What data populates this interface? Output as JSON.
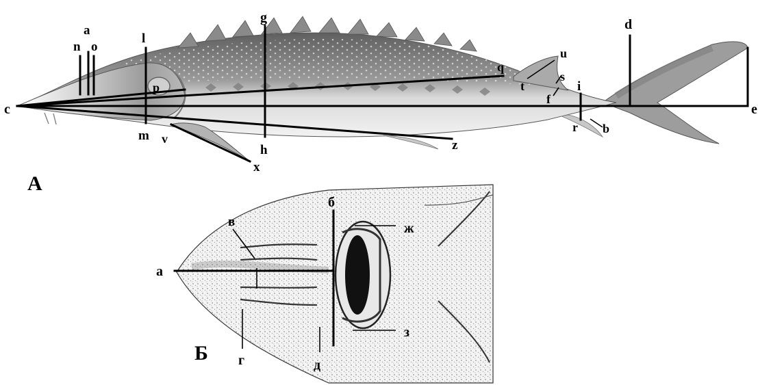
{
  "panels": {
    "a": {
      "label": "А"
    },
    "b": {
      "label": "Б"
    }
  },
  "fish_labels": {
    "c": "c",
    "n": "n",
    "a": "a",
    "o": "o",
    "l": "l",
    "g": "g",
    "p": "p",
    "q": "q",
    "u": "u",
    "t": "t",
    "s": "s",
    "f": "f",
    "i": "i",
    "d": "d",
    "e": "e",
    "r": "r",
    "b": "b",
    "m": "m",
    "v": "v",
    "x": "x",
    "h": "h",
    "z": "z"
  },
  "head_labels": {
    "b": "б",
    "v": "в",
    "a": "а",
    "zh": "ж",
    "z": "з",
    "g": "г",
    "d": "д"
  },
  "colors": {
    "ink": "#000000",
    "fish_light": "#e6e6e6",
    "fish_dark": "#6e6e6e",
    "scute": "#8a8a8a"
  }
}
